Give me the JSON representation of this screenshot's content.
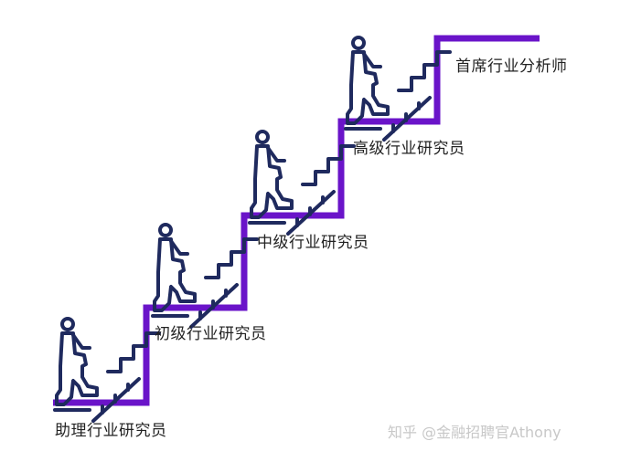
{
  "colors": {
    "staircase": "#6a14c9",
    "icon": "#1f2a5e",
    "label_text": "#222222",
    "watermark_text": "#c8c8c8"
  },
  "icon_name": "person-climbing-stairs-icon",
  "levels": [
    {
      "label": "助理行业研究员"
    },
    {
      "label": "初级行业研究员"
    },
    {
      "label": "中级行业研究员"
    },
    {
      "label": "高级行业研究员"
    },
    {
      "label": "首席行业分析师"
    }
  ],
  "watermark": "知乎 @金融招聘官Athony"
}
